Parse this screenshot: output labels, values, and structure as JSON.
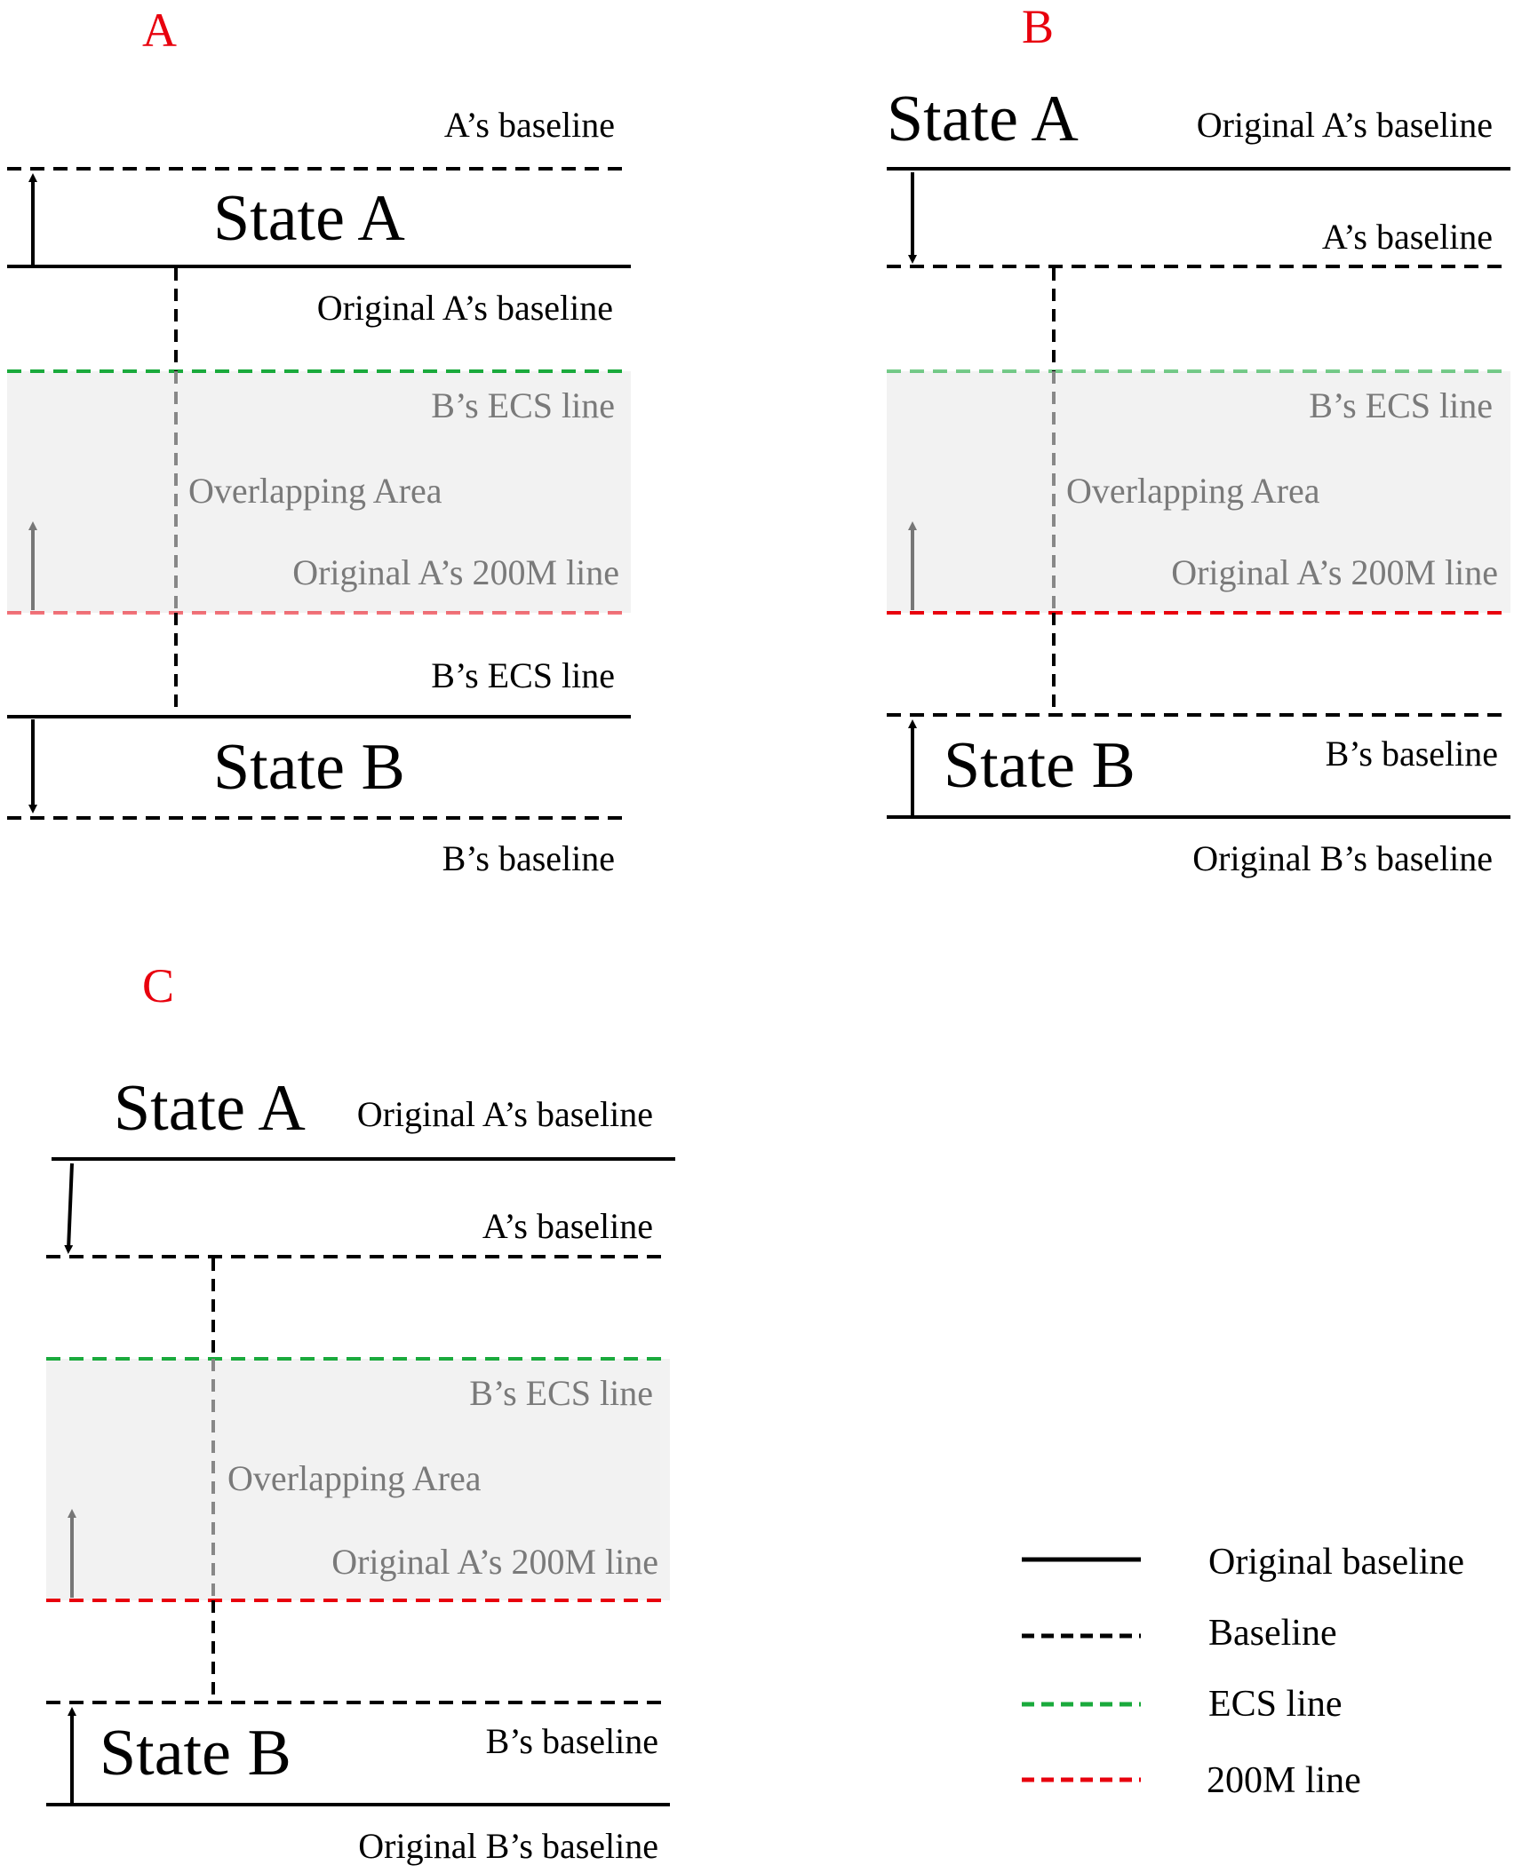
{
  "colors": {
    "baseline": "#000000",
    "ecs_line": "#1aaa3c",
    "line_200m": "#e8000d",
    "overlap_fill": "#f2f2f2",
    "grey_text": "#7a7a7a",
    "panel_letter": "#e8000d"
  },
  "panels": {
    "a": {
      "letter": "A",
      "state_a": "State A",
      "state_b": "State B",
      "a_baseline": "A’s baseline",
      "orig_a_baseline": "Original A’s baseline",
      "b_ecs_line_inside": "B’s ECS line",
      "overlapping_area": "Overlapping Area",
      "orig_a_200m_line": "Original A’s 200M line",
      "b_ecs_line": "B’s ECS line",
      "b_baseline": "B’s baseline"
    },
    "b": {
      "letter": "B",
      "state_a": "State A",
      "state_b": "State B",
      "orig_a_baseline": "Original A’s baseline",
      "a_baseline": "A’s baseline",
      "b_ecs_line": "B’s ECS line",
      "overlapping_area": "Overlapping Area",
      "orig_a_200m_line": "Original A’s 200M line",
      "b_baseline": "B’s baseline",
      "orig_b_baseline": "Original B’s baseline"
    },
    "c": {
      "letter": "C",
      "state_a": "State A",
      "state_b": "State B",
      "orig_a_baseline": "Original A’s baseline",
      "a_baseline": "A’s baseline",
      "b_ecs_line": "B’s ECS line",
      "overlapping_area": "Overlapping Area",
      "orig_a_200m_line": "Original A’s 200M line",
      "b_baseline": "B’s baseline",
      "orig_b_baseline": "Original B’s baseline"
    }
  },
  "legend": [
    {
      "label": "Original  baseline",
      "style": "solid",
      "color": "#000000"
    },
    {
      "label": "Baseline",
      "style": "dashed",
      "color": "#000000"
    },
    {
      "label": "ECS  line",
      "style": "dashed",
      "color": "#1aaa3c"
    },
    {
      "label": "200M  line",
      "style": "dashed",
      "color": "#e8000d"
    }
  ]
}
